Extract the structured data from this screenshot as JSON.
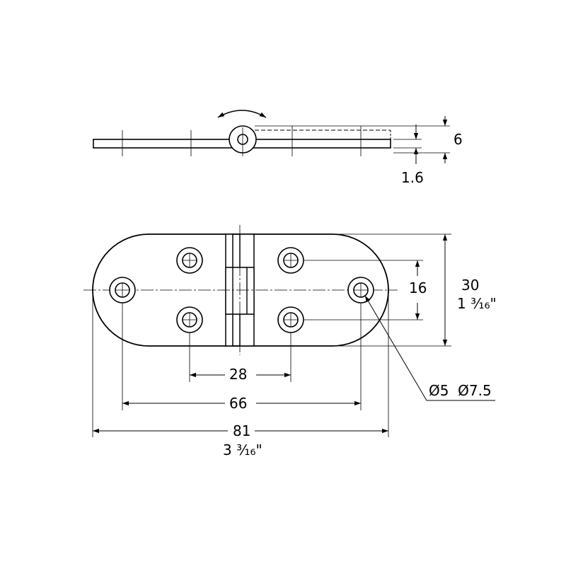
{
  "side_view": {
    "thickness_total": "6",
    "leaf_thickness": "1.6"
  },
  "top_view": {
    "height_mm": "30",
    "height_in": "1 ³⁄₁₆\"",
    "hole_spacing_vertical": "16",
    "hole_spacing_inner": "28",
    "hole_spacing_outer": "66",
    "overall_length_mm": "81",
    "overall_length_in": "3 ³⁄₁₆\"",
    "hole_diameters": "Ø5  Ø7.5"
  }
}
